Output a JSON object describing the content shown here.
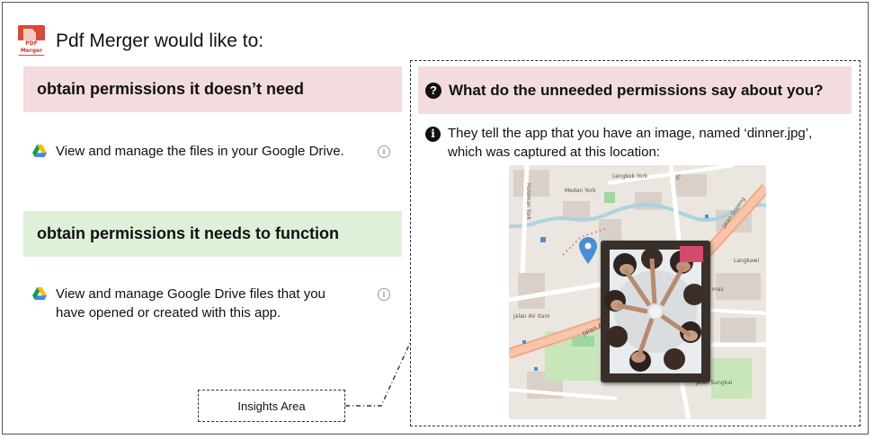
{
  "app": {
    "icon": "pdf-merger-app-icon",
    "icon_caption": "PDF Merger",
    "title": "Pdf Merger would like to:"
  },
  "sections": {
    "unneeded": {
      "header": "obtain permissions it doesn’t need",
      "color": "#f2dcde",
      "permissions": [
        {
          "icon": "google-drive-icon",
          "text": "View and manage the files in your Google Drive.",
          "info_icon": "info-icon"
        }
      ]
    },
    "needed": {
      "header": "obtain permissions it needs to function",
      "color": "#dff0d8",
      "permissions": [
        {
          "icon": "google-drive-icon",
          "text_line1": "View and manage Google Drive files that you",
          "text_line2": "have opened or created with this app.",
          "info_icon": "info-icon"
        }
      ]
    }
  },
  "insights": {
    "header_icon": "question-icon",
    "header": "What do the unneeded permissions say about you?",
    "info_icon": "info-icon",
    "text_line1": "They tell the app that you have an image, named ‘dinner.jpg’,",
    "text_line2": "which was captured at this location:",
    "map": {
      "labels": {
        "lengkok_york": "Lengkok York",
        "medan_york": "Medan York",
        "jalan_air_itam": "Jalan Air Itam",
        "jalan_sungkai": "Jalan Sungkai",
        "langkawi": "Langkawi",
        "jalan_gopeng": "Jalan Gopeng",
        "halaman_york": "Halaman York",
        "jalan_a": "Jalan A",
        "mas": "mas",
        "sc": "Sc"
      },
      "pin_icon": "map-pin-icon",
      "pin_color": "#4a8fd6"
    },
    "photo_icon": "group-photo-thumbnail"
  },
  "insights_label": "Insights Area"
}
